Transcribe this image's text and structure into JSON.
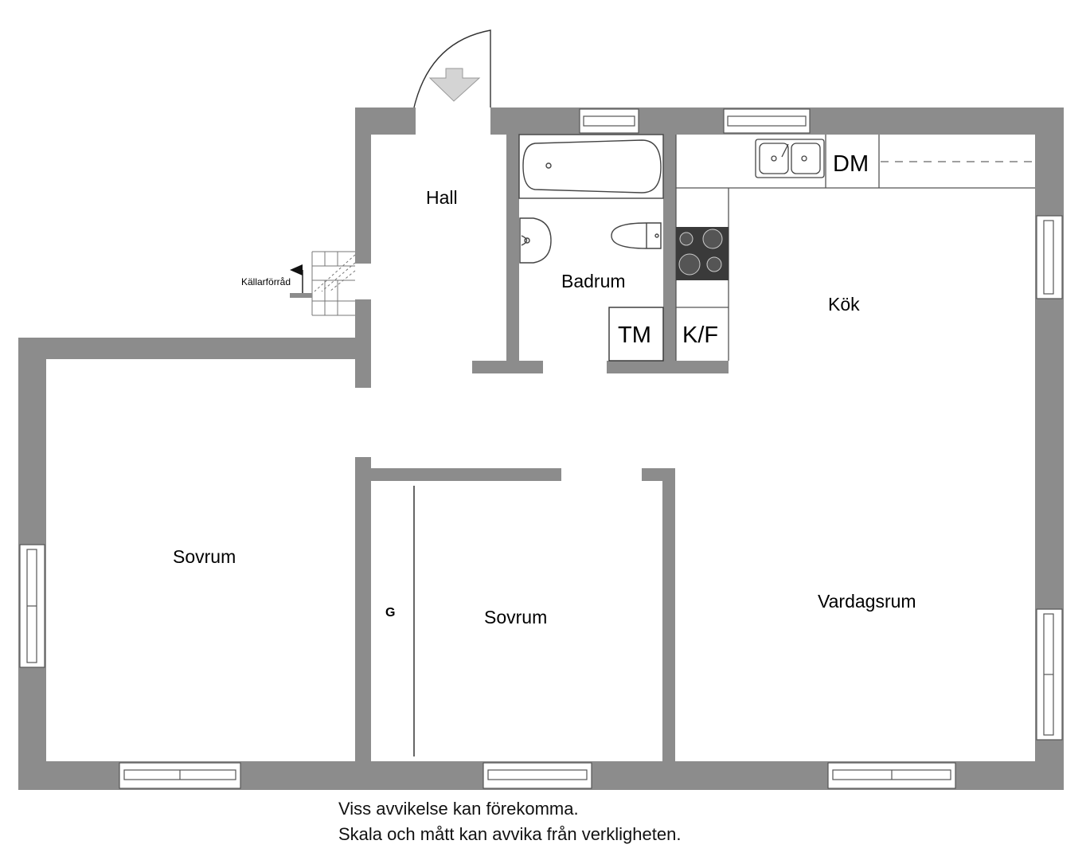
{
  "rooms": {
    "hall": "Hall",
    "badrum": "Badrum",
    "kok": "Kök",
    "sovrum_left": "Sovrum",
    "sovrum_middle": "Sovrum",
    "vardagsrum": "Vardagsrum",
    "kallarforrad": "Källarförråd"
  },
  "fixtures": {
    "dishwasher": "DM",
    "washer": "TM",
    "fridge_freezer": "K/F",
    "wardrobe": "G"
  },
  "disclaimer": {
    "line1": "Viss avvikelse kan förekomma.",
    "line2": "Skala och mått kan avvika från verkligheten."
  },
  "colors": {
    "wall": "#8c8c8c",
    "stove": "#3a3a3a",
    "arrow": "#d4d4d4",
    "line": "#333333"
  }
}
